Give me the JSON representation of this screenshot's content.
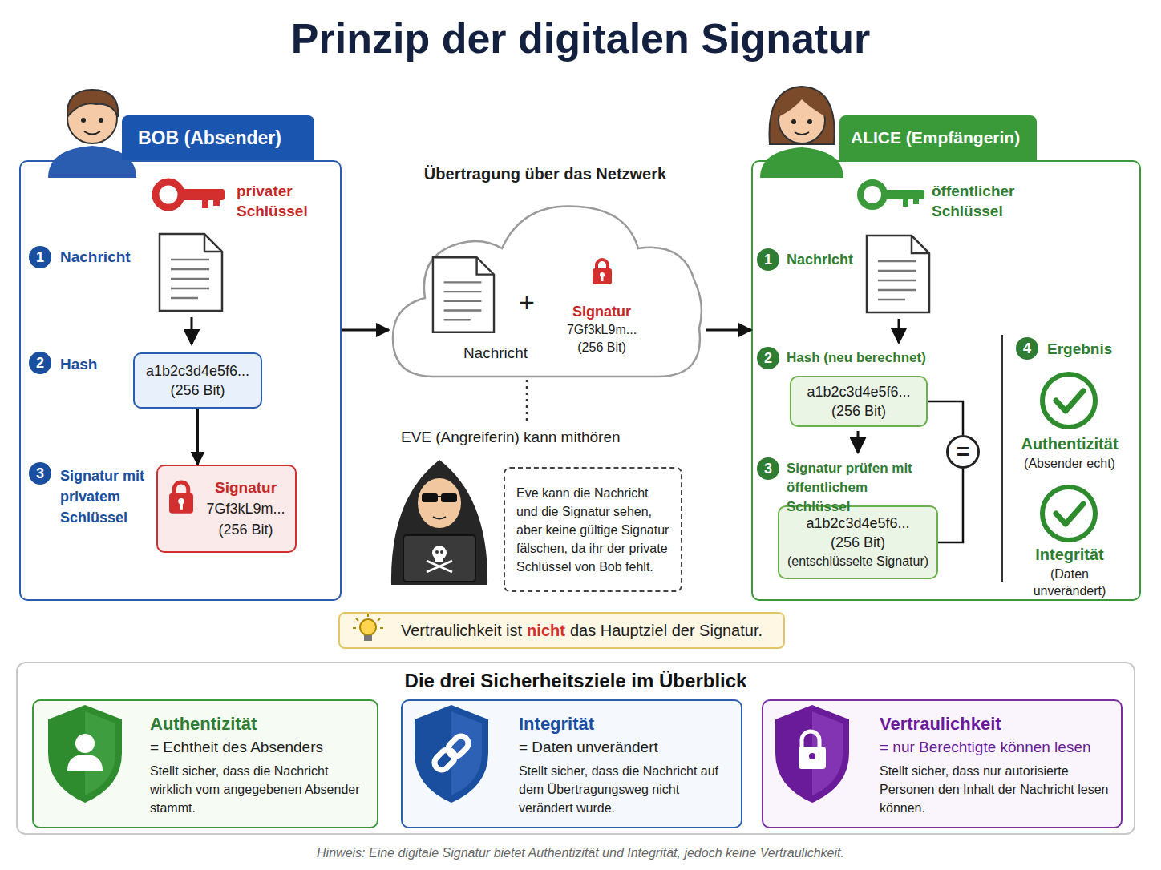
{
  "diagram": {
    "title": "Prinzip der digitalen Signatur",
    "caption": "Hinweis: Eine digitale Signatur bietet Authentizität und Integrität, jedoch keine Vertraulichkeit.",
    "nodes": [
      {
        "text": [
          "BOB (Absender)"
        ]
      },
      {
        "text": [
          "a1b2c3d4e5f6...",
          "(256 Bit)"
        ],
        "in": 0
      },
      {
        "text": [
          "Signatur",
          "7Gf3kL9m...",
          "(256 Bit)"
        ],
        "in": 0
      },
      {
        "text": [
          "Nachricht"
        ]
      },
      {
        "text": [
          "Signatur",
          "7Gf3kL9m...",
          "(256 Bit)"
        ],
        "in": 3
      },
      {
        "text": [
          "Eve kann die Nachricht und die Signatur sehen, aber keine gültige Signatur fälschen, da ihr der private Schlüssel von Bob fehlt."
        ]
      },
      {
        "text": [
          "ALICE (Empfängerin)"
        ]
      },
      {
        "text": [
          "a1b2c3d4e5f6...",
          "(256 Bit)"
        ],
        "in": 6
      },
      {
        "text": [
          "a1b2c3d4e5f6...",
          "(256 Bit)",
          "(entschlüsselte Signatur)"
        ],
        "in": 6
      },
      {
        "text": [
          "="
        ],
        "in": 6
      },
      {
        "text": [
          "Vertraulichkeit ist",
          "nicht",
          "das Hauptziel der Signatur."
        ]
      },
      {
        "text": [
          "Die drei Sicherheitsziele im Überblick"
        ]
      },
      {
        "text": [
          "Authentizität",
          "= Echtheit des Absenders",
          "Stellt sicher, dass die Nachricht wirklich vom angegebenen Absender stammt."
        ],
        "in": 11
      },
      {
        "text": [
          "Integrität",
          "= Daten unverändert",
          "Stellt sicher, dass die Nachricht auf dem Übertragungsweg nicht verändert wurde."
        ],
        "in": 11
      },
      {
        "text": [
          "Vertraulichkeit",
          "= nur Berechtigte können lesen",
          "Stellt sicher, dass nur autorisierte Personen den Inhalt der Nachricht lesen können."
        ],
        "in": 11
      }
    ],
    "edges": [
      {
        "from": 1,
        "to": 2,
        "arrow": "to"
      },
      {
        "from": 0,
        "to": 3,
        "arrow": "to"
      },
      {
        "from": 3,
        "to": 6,
        "arrow": "to"
      },
      {
        "from": 7,
        "to": 9,
        "arrow": "none"
      },
      {
        "from": 8,
        "to": 9,
        "arrow": "none"
      }
    ],
    "labels": [
      "privater Schlüssel",
      "1",
      "Nachricht",
      "2",
      "Hash",
      "3",
      "Signatur mit privatem Schlüssel",
      "Übertragung über das Netzwerk",
      "+",
      "EVE (Angreiferin) kann mithören",
      "öffentlicher Schlüssel",
      "1",
      "Nachricht",
      "2",
      "Hash (neu berechnet)",
      "3",
      "Signatur prüfen mit öffentlichem Schlüssel",
      "4",
      "Ergebnis",
      "Authentizität",
      "(Absender echt)",
      "Integrität",
      "(Daten unverändert)"
    ]
  }
}
